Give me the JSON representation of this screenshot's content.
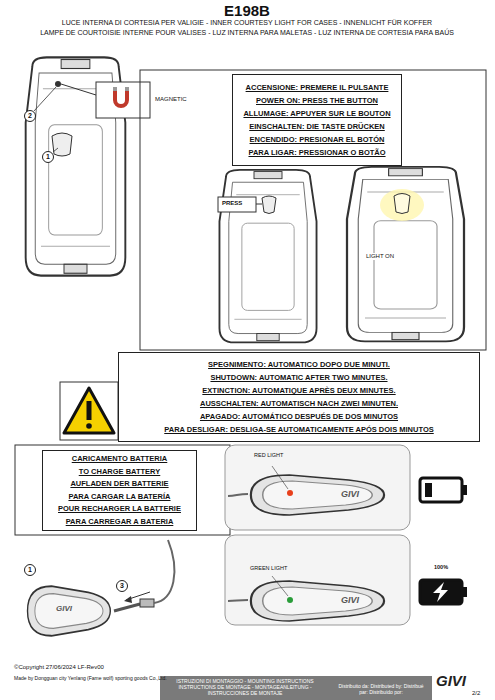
{
  "diagram": {
    "title": "E198B",
    "nodes": [
      {
        "text": [
          "ACCENSIONE: PREMERE IL PULSANTE",
          "POWER ON: PRESS THE BUTTON",
          "ALLUMAGE: APPUYER SUR LE BOUTON",
          "EINSCHALTEN: DIE TASTE DRÜCKEN",
          "ENCENDIDO: PRESIONAR EL BOTÓN",
          "PARA LIGAR: PRESSIONAR O BOTÃO"
        ]
      },
      {
        "text": [
          "SPEGNIMENTO: AUTOMATICO DOPO DUE MINUTI.",
          "SHUTDOWN: AUTOMATIC AFTER TWO MINUTES.",
          "EXTINCTION: AUTOMATIQUE APRÈS DEUX MINUTES.",
          "AUSSCHALTEN: AUTOMATISCH NACH ZWEI MINUTEN.",
          "APAGADO: AUTOMÁTICO DESPUÉS DE DOS MINUTOS",
          "PARA DESLIGAR: DESLIGA-SE AUTOMATICAMENTE APÓS DOIS MINUTOS"
        ]
      },
      {
        "text": [
          "CARICAMENTO BATTERIA",
          "TO CHARGE BATTERY",
          "AUFLADEN DER BATTERIE",
          "PARA CARGAR LA BATERÍA",
          "POUR RECHARGER LA BATTERIE",
          "PARA CARREGAR A BATERIA"
        ]
      }
    ],
    "edges": [],
    "labels": [
      "LUCE INTERNA DI CORTESIA PER VALIGIE - INNER COURTESY LIGHT FOR CASES - INNENLICHT FÜR KOFFER",
      "LAMPE DE COURTOISIE INTERNE POUR VALISES - LUZ INTERNA PARA MALETAS - LUZ INTERNA DE CORTESIA PARA BAÚS",
      "MAGNETIC",
      "2",
      "1",
      "PRESS",
      "LIGHT ON",
      "RED LIGHT",
      "GIVI",
      "GREEN LIGHT",
      "GIVI",
      "100%",
      "1",
      "3",
      "GIVI",
      "©Copyright 27/06/2024 LF-Rev00",
      "Made by Dongguan city Yenlang (Fame wolf) sporting goods Co.,Ltd.",
      "ISTRUZIONI DI MONTAGGIO - MOUNTING INSTRUCTIONS INSTRUCTIONS DE MONTAGE - MONTAGEANLEITUNG - INSTRUCCIONES DE MONTAJE",
      "Distribuito da: Distributed by: Distribué par: Distribuido por:",
      "GIVI",
      "2/2"
    ]
  }
}
